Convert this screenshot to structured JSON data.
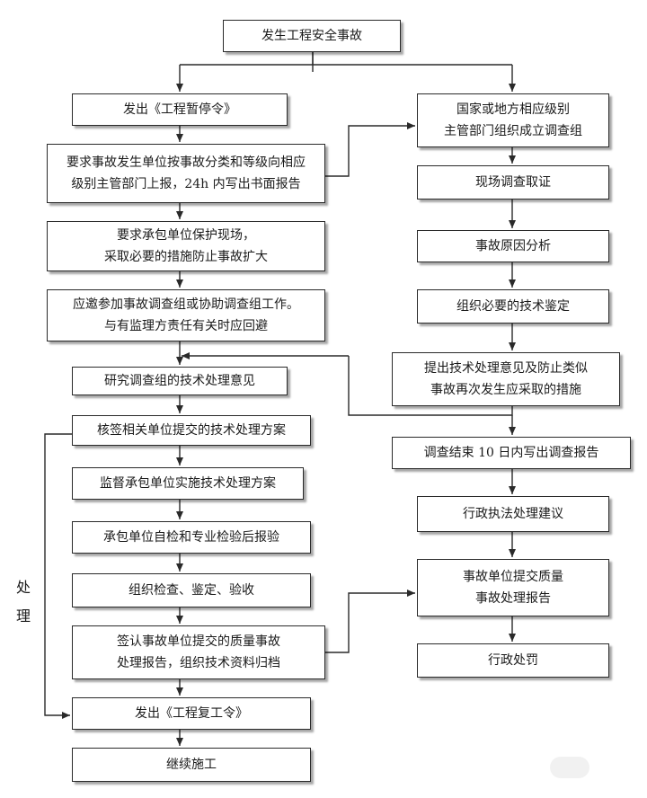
{
  "nodes": {
    "n01": "发生工程安全事故",
    "n02": "发出《工程暂停令》",
    "n03": "要求事故发生单位按事故分类和等级向相应\n级别主管部门上报，24h 内写出书面报告",
    "n04": "要求承包单位保护现场，\n采取必要的措施防止事故扩大",
    "n05": "应邀参加事故调查组或协助调查组工作。\n与有监理方责任有关时应回避",
    "n06": "研究调查组的技术处理意见",
    "n07": "核签相关单位提交的技术处理方案",
    "n08": "监督承包单位实施技术处理方案",
    "n09": "承包单位自检和专业检验后报验",
    "n10": "组织检查、鉴定、验收",
    "n11": "签认事故单位提交的质量事故\n处理报告，组织技术资料归档",
    "n12": "发出《工程复工令》",
    "n13": "继续施工",
    "r01": "国家或地方相应级别\n主管部门组织成立调查组",
    "r02": "现场调查取证",
    "r03": "事故原因分析",
    "r04": "组织必要的技术鉴定",
    "r05": "提出技术处理意见及防止类似\n事故再次发生应采取的措施",
    "r06": "调查结束 10 日内写出调查报告",
    "r07": "行政执法处理建议",
    "r08": "事故单位提交质量\n事故处理报告",
    "r09": "行政处罚"
  },
  "side_label": "处\n理",
  "colors": {
    "line": "#2a2a2a",
    "box_border": "#2a2a2a",
    "text": "#1a1a1a"
  }
}
